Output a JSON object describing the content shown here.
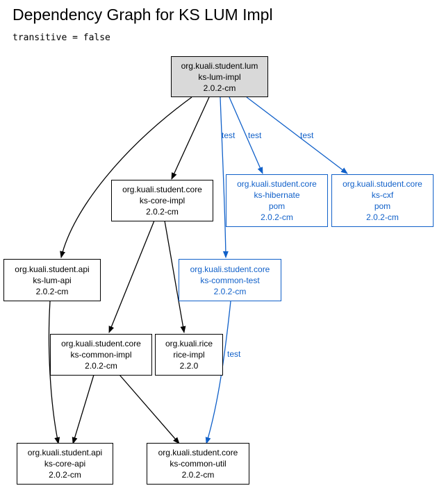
{
  "header": {
    "title": "Dependency Graph for KS LUM Impl",
    "param": "transitive = false"
  },
  "colors": {
    "compile": "#000000",
    "test": "#1060c9",
    "root_fill": "#d9d9d9"
  },
  "nodes": {
    "lum_impl": {
      "group": "org.kuali.student.lum",
      "artifact": "ks-lum-impl",
      "version": "2.0.2-cm"
    },
    "core_impl": {
      "group": "org.kuali.student.core",
      "artifact": "ks-core-impl",
      "version": "2.0.2-cm"
    },
    "hibernate": {
      "group": "org.kuali.student.core",
      "artifact": "ks-hibernate",
      "type": "pom",
      "version": "2.0.2-cm"
    },
    "cxf": {
      "group": "org.kuali.student.core",
      "artifact": "ks-cxf",
      "type": "pom",
      "version": "2.0.2-cm"
    },
    "lum_api": {
      "group": "org.kuali.student.api",
      "artifact": "ks-lum-api",
      "version": "2.0.2-cm"
    },
    "common_test": {
      "group": "org.kuali.student.core",
      "artifact": "ks-common-test",
      "version": "2.0.2-cm"
    },
    "common_impl": {
      "group": "org.kuali.student.core",
      "artifact": "ks-common-impl",
      "version": "2.0.2-cm"
    },
    "rice_impl": {
      "group": "org.kuali.rice",
      "artifact": "rice-impl",
      "version": "2.2.0"
    },
    "core_api": {
      "group": "org.kuali.student.api",
      "artifact": "ks-core-api",
      "version": "2.0.2-cm"
    },
    "common_util": {
      "group": "org.kuali.student.core",
      "artifact": "ks-common-util",
      "version": "2.0.2-cm"
    }
  },
  "edge_labels": {
    "test": "test"
  }
}
